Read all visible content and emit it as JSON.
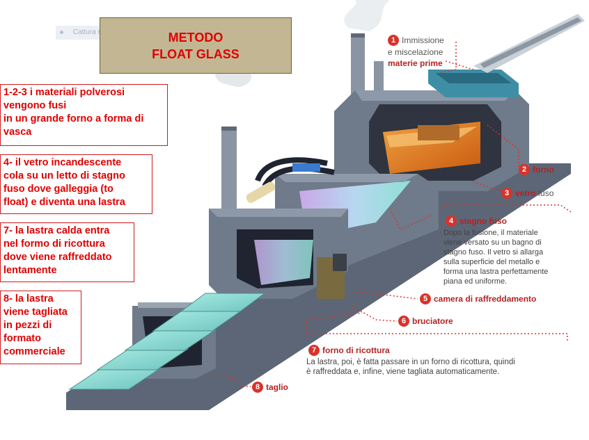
{
  "capture_label": "Cattura rettangolare",
  "title": {
    "line1": "METODO",
    "line2": "FLOAT GLASS"
  },
  "notes": [
    {
      "lines": [
        "1-2-3 i materiali polverosi",
        "vengono fusi",
        "in un grande forno a forma di",
        "vasca"
      ]
    },
    {
      "lines": [
        "4- il vetro incandescente",
        "cola su un letto di stagno",
        "fuso dove galleggia (to",
        "float) e diventa una lastra"
      ]
    },
    {
      "lines": [
        "7- la lastra calda entra",
        "nel formo di ricottura",
        "dove viene raffreddato",
        "lentamente"
      ]
    },
    {
      "lines": [
        "8- la lastra",
        "viene tagliata",
        "in pezzi di",
        "formato",
        "commerciale"
      ]
    }
  ],
  "labels": {
    "l1": {
      "num": "1",
      "lines": [
        "Immissione",
        "e miscelazione"
      ],
      "bold": "materie prime"
    },
    "l2": {
      "num": "2",
      "text": "forno"
    },
    "l3": {
      "num": "3",
      "text": "vetro",
      "rest": "fuso"
    },
    "l4": {
      "num": "4",
      "text": "stagno fuso",
      "desc": [
        "Dopo la fusione, il materiale",
        "viene versato su un bagno di",
        "stagno fuso. Il vetro si allarga",
        "sulla superficie del metallo e",
        "forma una lastra perfettamente",
        "piana ed uniforme."
      ]
    },
    "l5": {
      "num": "5",
      "text": "camera di raffreddamento"
    },
    "l6": {
      "num": "6",
      "text": "bruciatore"
    },
    "l7": {
      "num": "7",
      "text": "forno di ricottura",
      "desc": [
        "La lastra, poi, è fatta passare in un forno di ricottura, quindi",
        "è raffreddata e, infine, viene tagliata automaticamente."
      ]
    },
    "l8": {
      "num": "8",
      "text": "taglio"
    }
  },
  "colors": {
    "accent_red": "#e00000",
    "label_red": "#b52222",
    "machine": "#6f7a8a",
    "glass": "#8fd8d0",
    "furnace_orange": "#e07820"
  }
}
